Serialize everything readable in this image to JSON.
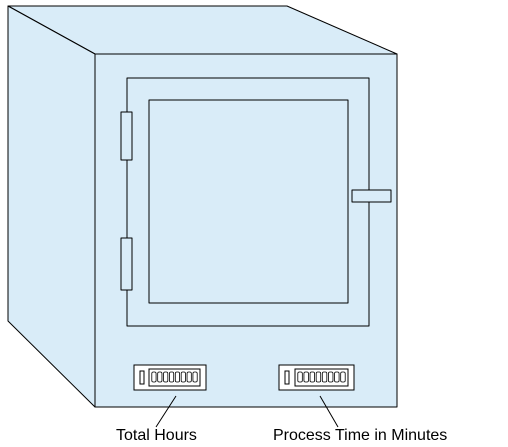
{
  "diagram": {
    "labels": {
      "total_hours": "Total Hours",
      "process_time": "Process Time in Minutes"
    },
    "counters": {
      "total_hours": {
        "display_digits": 8
      },
      "process_time": {
        "display_digits": 8
      }
    },
    "colors": {
      "cabinet_fill": "#d9ecf8",
      "outline": "#000000",
      "background": "#ffffff"
    }
  }
}
